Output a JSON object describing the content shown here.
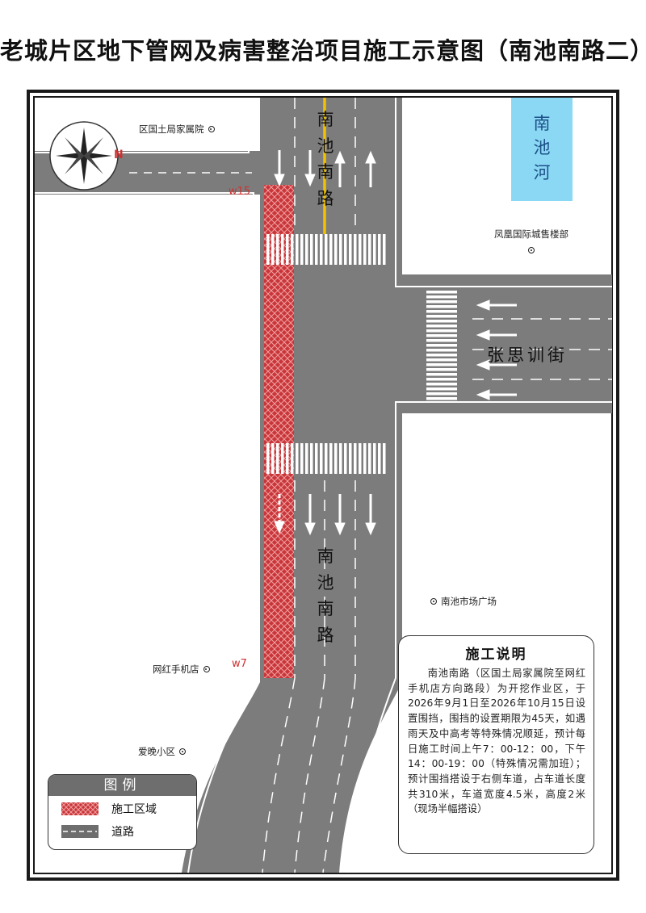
{
  "title": "老城片区地下管网及病害整治项目施工示意图（南池南路二）",
  "colors": {
    "road": "#7c7c7c",
    "construction": "#d43a3a",
    "river": "#8bd8f5",
    "center_line": "#f2c200"
  },
  "compass": {
    "label": "N",
    "icon": "compass-rose-icon"
  },
  "roads": {
    "north_segment_name": [
      "南",
      "池",
      "南",
      "路"
    ],
    "south_segment_name": [
      "南",
      "池",
      "南",
      "路"
    ],
    "cross_street": "张思训街"
  },
  "river": {
    "name": [
      "南",
      "池",
      "河"
    ]
  },
  "pois": {
    "guotu": "区国土局家属院",
    "fenghuang": "凤凰国际城售楼部",
    "market": "南池市场广场",
    "phone_shop": "网红手机店",
    "aiwan": "爱晚小区"
  },
  "markers": {
    "w15": "w15",
    "w7": "w7"
  },
  "notes": {
    "title": "施工说明",
    "body": "南池南路（区国土局家属院至网红手机店方向路段）为开挖作业区，于2026年9月1日至2026年10月15日设置围挡，围挡的设置期限为45天，如遇雨天及中高考等特殊情况顺延，预计每日施工时间上午7：00-12：00，下午14：00-19：00（特殊情况需加班）；预计围挡搭设于右侧车道，占车道长度共310米，车道宽度4.5米，高度2米（现场半幅搭设）"
  },
  "legend": {
    "title": "图例",
    "items": [
      {
        "label": "施工区域",
        "swatch": "construction"
      },
      {
        "label": "道路",
        "swatch": "road"
      }
    ]
  }
}
